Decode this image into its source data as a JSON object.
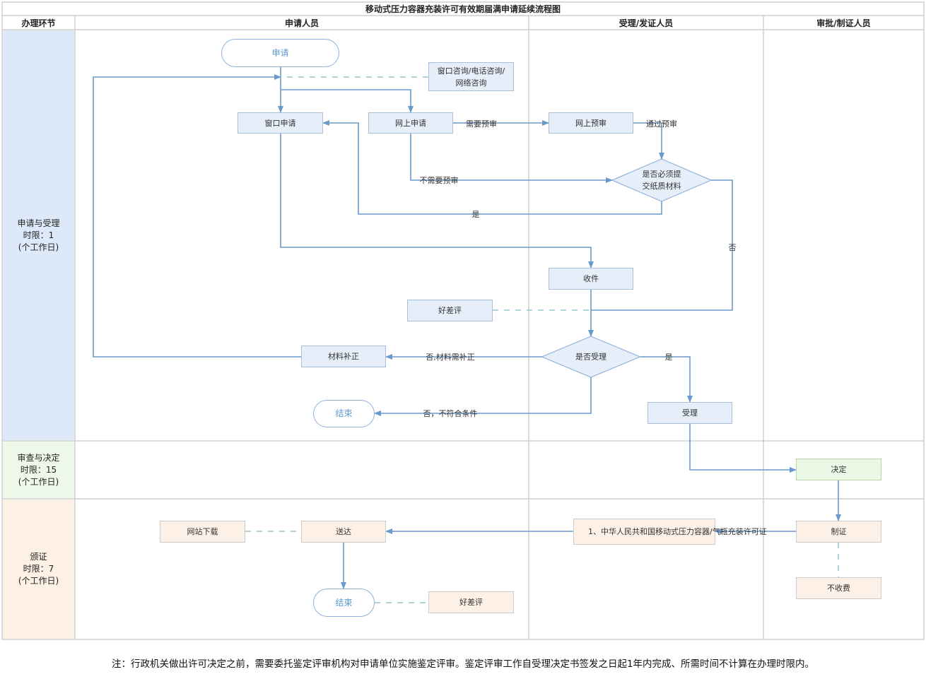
{
  "title": "移动式压力容器充装许可有效期届满申请延续流程图",
  "headers": [
    "办理环节",
    "申请人员",
    "受理/发证人员",
    "审批/制证人员"
  ],
  "phases": [
    {
      "label": "申请与受理\n时限：1\n(个工作日)",
      "color": "#dde9f8"
    },
    {
      "label": "审查与决定\n时限：15\n(个工作日)",
      "color": "#eef8e8"
    },
    {
      "label": "颁证\n时限：7\n(个工作日)",
      "color": "#fdf0e4"
    }
  ],
  "nodes": {
    "apply": "申请",
    "consult": "窗口咨询/电话咨询/\n网络咨询",
    "window_apply": "窗口申请",
    "online_apply": "网上申请",
    "online_prereview": "网上预审",
    "paper_required": "是否必须提\n交纸质材料",
    "receive": "收件",
    "rating1": "好差评",
    "accept_decision": "是否受理",
    "supplement": "材料补正",
    "end1": "结束",
    "accept": "受理",
    "decide": "决定",
    "make_cert": "制证",
    "no_fee": "不收费",
    "license": "1、中华人民共和国移动式压力容器/气瓶充装许可证",
    "deliver": "送达",
    "download": "网站下载",
    "end2": "结束",
    "rating2": "好差评"
  },
  "edge_labels": {
    "need_prereview": "需要预审",
    "pass_prereview": "通过预审",
    "no_prereview": "不需要预审",
    "paper_yes": "是",
    "paper_no": "否",
    "need_supplement": "否,材料需补正",
    "not_qualified": "否，不符合条件",
    "accept_yes": "是"
  },
  "colors": {
    "line": "#6a9acb",
    "node_fill": "#e6eefa",
    "decide_fill": "#ebf8e5",
    "issue_fill": "#fdf0e6"
  },
  "note": "注：行政机关做出许可决定之前，需要委托鉴定评审机构对申请单位实施鉴定评审。鉴定评审工作自受理决定书签发之日起1年内完成、所需时间不计算在办理时限内。"
}
